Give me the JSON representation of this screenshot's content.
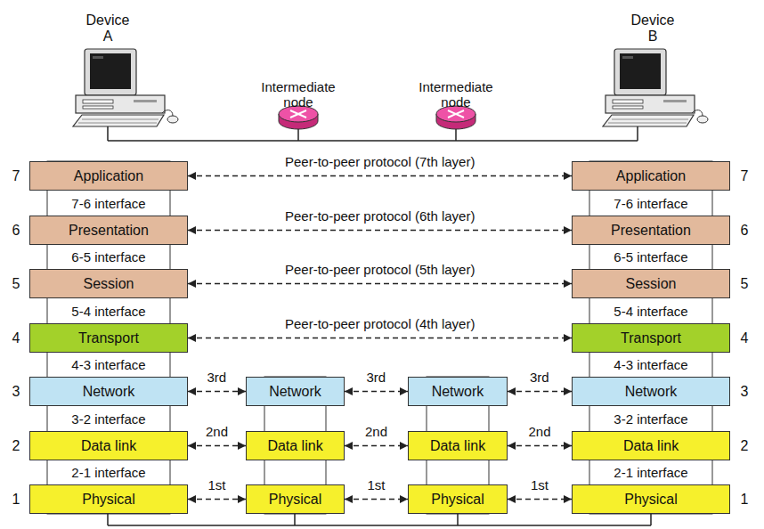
{
  "diagram": {
    "nodes": [
      {
        "text": [
          "Application"
        ]
      },
      {
        "text": [
          "Application"
        ]
      },
      {
        "text": [
          "Presentation"
        ]
      },
      {
        "text": [
          "Presentation"
        ]
      },
      {
        "text": [
          "Session"
        ]
      },
      {
        "text": [
          "Session"
        ]
      },
      {
        "text": [
          "Transport"
        ]
      },
      {
        "text": [
          "Transport"
        ]
      },
      {
        "text": [
          "Network"
        ]
      },
      {
        "text": [
          "Network"
        ]
      },
      {
        "text": [
          "Network"
        ]
      },
      {
        "text": [
          "Network"
        ]
      },
      {
        "text": [
          "Data link"
        ]
      },
      {
        "text": [
          "Data link"
        ]
      },
      {
        "text": [
          "Data link"
        ]
      },
      {
        "text": [
          "Data link"
        ]
      },
      {
        "text": [
          "Physical"
        ]
      },
      {
        "text": [
          "Physical"
        ]
      },
      {
        "text": [
          "Physical"
        ]
      },
      {
        "text": [
          "Physical"
        ]
      }
    ],
    "edges": [
      {
        "from": 0,
        "to": 1,
        "label": "Peer-to-peer protocol (7th layer)",
        "arrow": "both"
      },
      {
        "from": 2,
        "to": 3,
        "label": "Peer-to-peer protocol (6th layer)",
        "arrow": "both"
      },
      {
        "from": 4,
        "to": 5,
        "label": "Peer-to-peer protocol (5th layer)",
        "arrow": "both"
      },
      {
        "from": 6,
        "to": 7,
        "label": "Peer-to-peer protocol (4th layer)",
        "arrow": "both"
      },
      {
        "from": 8,
        "to": 9,
        "label": "3rd",
        "arrow": "both"
      },
      {
        "from": 9,
        "to": 10,
        "label": "3rd",
        "arrow": "both"
      },
      {
        "from": 10,
        "to": 11,
        "label": "3rd",
        "arrow": "both"
      },
      {
        "from": 12,
        "to": 13,
        "label": "2nd",
        "arrow": "both"
      },
      {
        "from": 13,
        "to": 14,
        "label": "2nd",
        "arrow": "both"
      },
      {
        "from": 14,
        "to": 15,
        "label": "2nd",
        "arrow": "both"
      },
      {
        "from": 16,
        "to": 17,
        "label": "1st",
        "arrow": "both"
      },
      {
        "from": 17,
        "to": 18,
        "label": "1st",
        "arrow": "both"
      },
      {
        "from": 18,
        "to": 19,
        "label": "1st",
        "arrow": "both"
      }
    ],
    "labels": [
      "Device A",
      "Intermediate node",
      "Intermediate node",
      "Device B",
      "7",
      "7",
      "7-6 interface",
      "7-6 interface",
      "6",
      "6",
      "6-5 interface",
      "6-5 interface",
      "5",
      "5",
      "5-4 interface",
      "5-4 interface",
      "4",
      "4",
      "4-3 interface",
      "4-3 interface",
      "3",
      "3",
      "3-2 interface",
      "3-2 interface",
      "2",
      "2",
      "2-1 interface",
      "2-1 interface",
      "1",
      "1"
    ]
  }
}
